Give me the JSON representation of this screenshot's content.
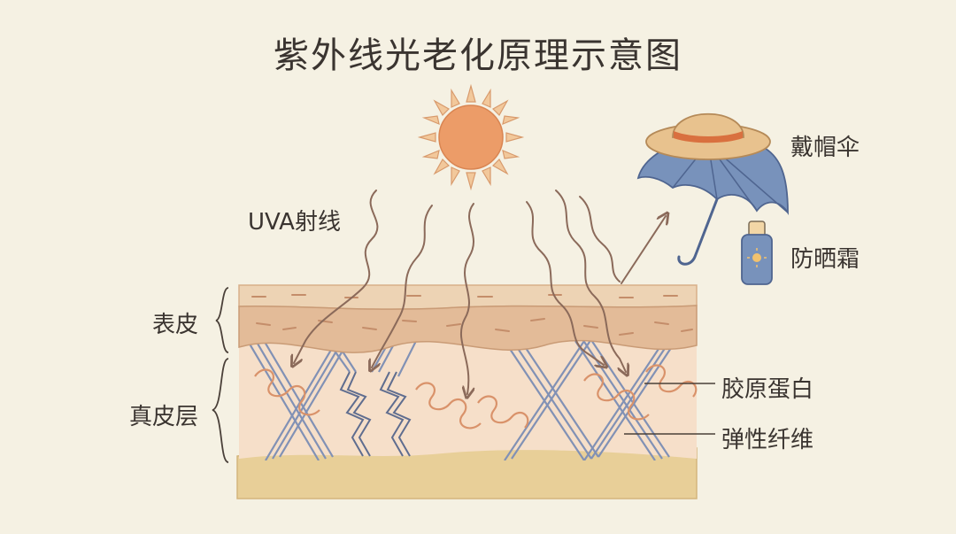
{
  "title": "紫外线光老化原理示意图",
  "labels": {
    "uva": "UVA射线",
    "hat_umbrella": "戴帽伞",
    "sunscreen": "防晒霜",
    "epidermis": "表皮",
    "dermis": "真皮层",
    "collagen": "胶原蛋白",
    "elastin": "弹性纤维"
  },
  "colors": {
    "background": "#f5f1e3",
    "sun": "#ec9c68",
    "epidermis": "#e9c9a6",
    "dermis": "#f3d9c2",
    "subcutis": "#e8cf98",
    "collagen_fiber": "#8191b5",
    "elastin_coil": "#d9926a",
    "ray": "#8b6a5a",
    "umbrella": "#7892bb",
    "hat": "#e8c28e",
    "sunscreen_bottle": "#7892bb"
  },
  "icons": [
    "sun-icon",
    "umbrella-icon",
    "sun-hat-icon",
    "sunscreen-bottle-icon"
  ]
}
